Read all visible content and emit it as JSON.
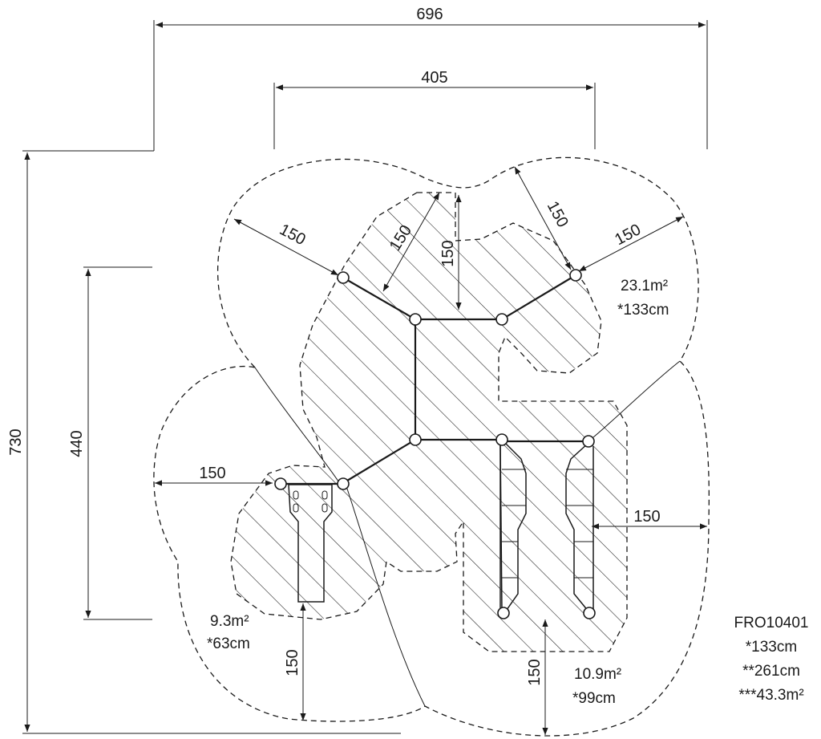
{
  "dimensions": {
    "overall_width": "696",
    "inner_width": "405",
    "overall_height": "730",
    "inner_height": "440",
    "fall_zone": "150"
  },
  "zones": {
    "top_right": {
      "area": "23.1m²",
      "height": "*133cm"
    },
    "left": {
      "area": "9.3m²",
      "height": "*63cm"
    },
    "bottom": {
      "area": "10.9m²",
      "height": "*99cm"
    }
  },
  "product": {
    "code": "FRO10401",
    "line1": "*133cm",
    "line2": "**261cm",
    "line3": "***43.3m²"
  }
}
